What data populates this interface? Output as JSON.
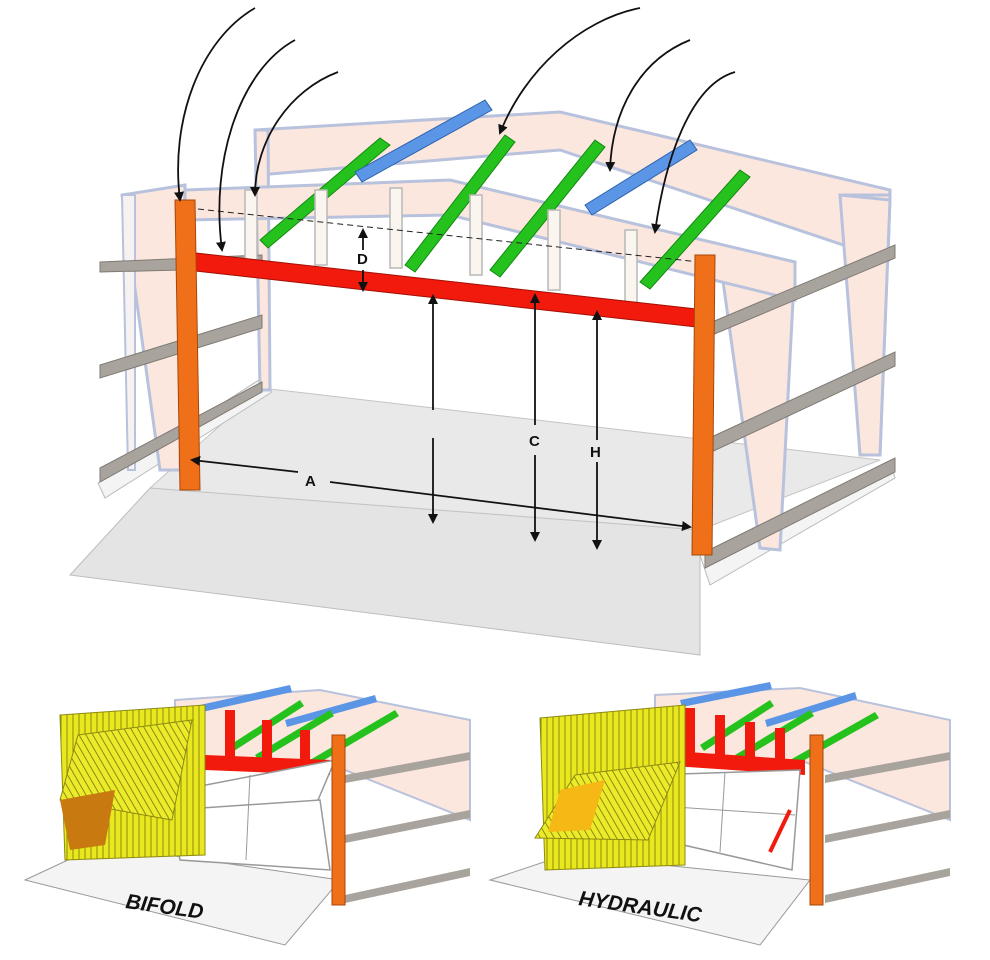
{
  "diagram": {
    "dimension_labels": {
      "a": "A",
      "c": "C",
      "d": "D",
      "h": "H"
    },
    "door_types": [
      {
        "label": "BIFOLD"
      },
      {
        "label": "HYDRAULIC"
      }
    ],
    "colors": {
      "header_beam": "#f21a0c",
      "door_column": "#f0701a",
      "purlin_green": "#25c21d",
      "purlin_blue": "#5b95e6",
      "frame_fill": "#fbe7de",
      "frame_edge": "#b8c2dc",
      "girt": "#a8a39c",
      "slab": "#e6e6e6",
      "cladding": "#e9e81e"
    }
  }
}
